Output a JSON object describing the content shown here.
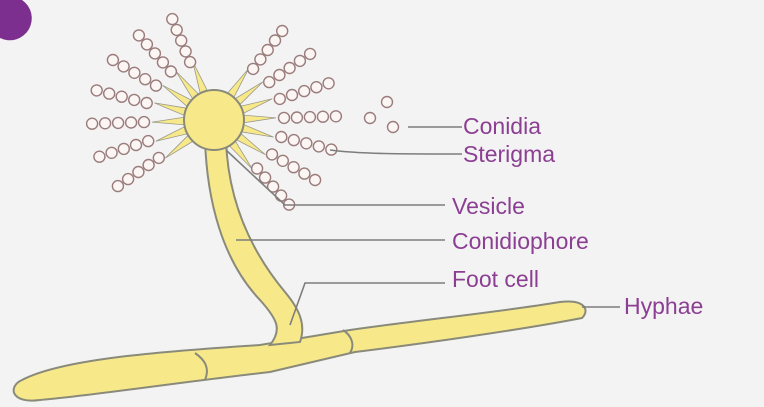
{
  "diagram": {
    "labels": {
      "conidia": "Conidia",
      "sterigma": "Sterigma",
      "vesicle": "Vesicle",
      "conidiophore": "Conidiophore",
      "foot_cell": "Foot cell",
      "hyphae": "Hyphae"
    }
  },
  "colors": {
    "background": "#f4f3f3",
    "structure_fill": "#f7e98a",
    "outline": "#7d7d7d",
    "label_text": "#8b3f93",
    "corner_badge": "#7c2f8e"
  }
}
